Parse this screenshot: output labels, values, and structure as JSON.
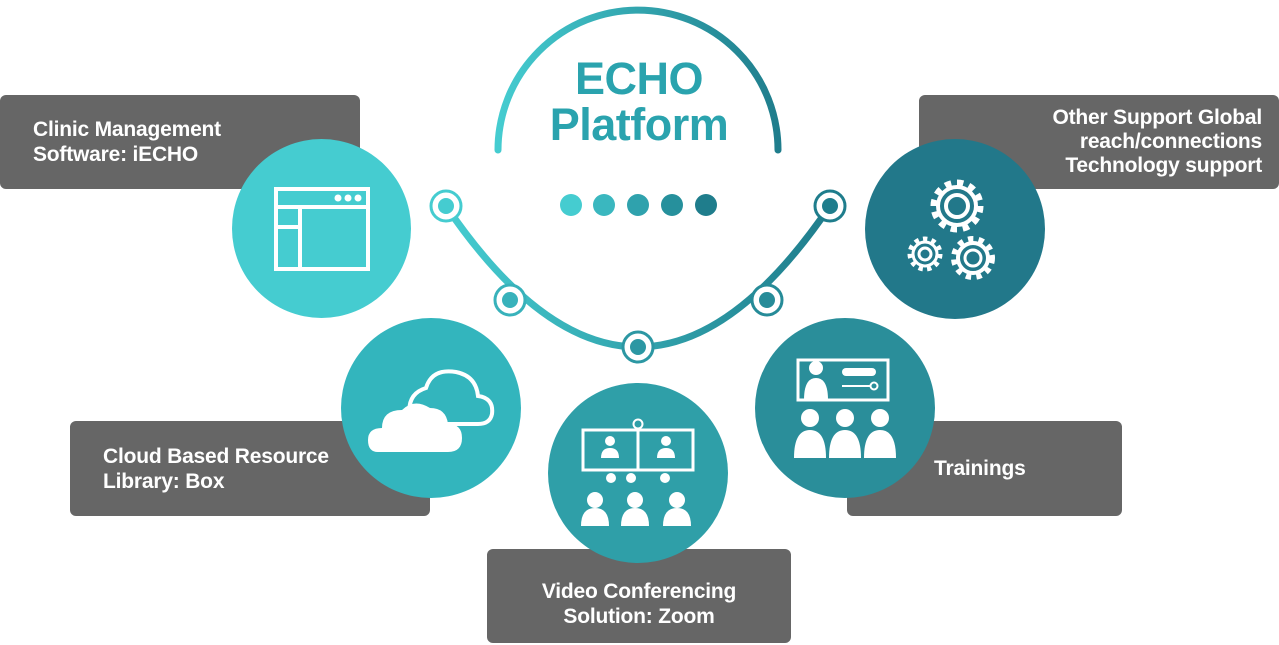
{
  "title": {
    "line1": "ECHO",
    "line2": "Platform"
  },
  "components": [
    {
      "id": "clinic",
      "line1": "Clinic Management",
      "line2": "Software: iECHO",
      "icon": "browser-window-icon",
      "color": "#45ccd0"
    },
    {
      "id": "cloud",
      "line1": "Cloud Based Resource",
      "line2": "Library: Box",
      "icon": "cloud-icon",
      "color": "#33b5bd"
    },
    {
      "id": "video",
      "line1": "Video Conferencing",
      "line2": "Solution: Zoom",
      "icon": "video-conference-icon",
      "color": "#2f9fa8"
    },
    {
      "id": "trainings",
      "line1": "Trainings",
      "icon": "presentation-training-icon",
      "color": "#2a8e9a"
    },
    {
      "id": "support",
      "line1": "Other Support Global",
      "line2": "reach/connections",
      "line3": "Technology support",
      "icon": "gears-icon",
      "color": "#22788a"
    }
  ],
  "colors": {
    "box": "#666666",
    "dots": [
      "#45ccd0",
      "#3ab7bf",
      "#2fa2ad",
      "#26909c",
      "#1f7d8c"
    ]
  }
}
